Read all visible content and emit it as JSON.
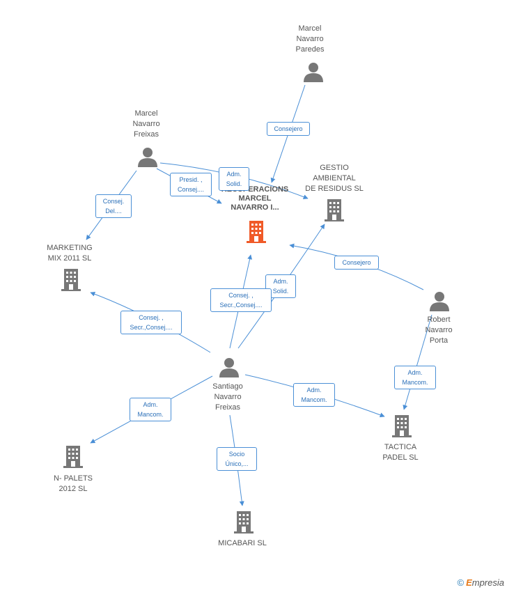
{
  "nodes": {
    "center": {
      "label": "RECUPERACIONS\nMARCEL\nNAVARRO I...",
      "type": "company-main"
    },
    "marcel_paredes": {
      "label": "Marcel\nNavarro\nParedes",
      "type": "person"
    },
    "marcel_freixas": {
      "label": "Marcel\nNavarro\nFreixas",
      "type": "person"
    },
    "gestio": {
      "label": "GESTIO\nAMBIENTAL\nDE RESIDUS SL",
      "type": "company"
    },
    "marketing": {
      "label": "MARKETING\nMIX 2011 SL",
      "type": "company"
    },
    "robert": {
      "label": "Robert\nNavarro\nPorta",
      "type": "person"
    },
    "santiago": {
      "label": "Santiago\nNavarro\nFreixas",
      "type": "person"
    },
    "tactica": {
      "label": "TACTICA\nPADEL SL",
      "type": "company"
    },
    "npalets": {
      "label": "N- PALETS\n2012 SL",
      "type": "company"
    },
    "micabari": {
      "label": "MICABARI SL",
      "type": "company"
    }
  },
  "edges": [
    {
      "label": "Consejero"
    },
    {
      "label": "Adm.\nSolid."
    },
    {
      "label": "Presid. ,\nConsej...."
    },
    {
      "label": "Consej.\nDel...."
    },
    {
      "label": "Consejero"
    },
    {
      "label": "Adm.\nSolid."
    },
    {
      "label": "Consej. ,\nSecr.,Consej...."
    },
    {
      "label": "Consej. ,\nSecr.,Consej...."
    },
    {
      "label": "Adm.\nMancom."
    },
    {
      "label": "Adm.\nMancom."
    },
    {
      "label": "Adm.\nMancom."
    },
    {
      "label": "Socio\nÚnico,..."
    }
  ],
  "colors": {
    "edge": "#4a8fd6",
    "person": "#777777",
    "company": "#777777",
    "main": "#f05a28"
  },
  "footer": {
    "copyright": "©",
    "brand_first": "E",
    "brand_rest": "mpresia"
  }
}
